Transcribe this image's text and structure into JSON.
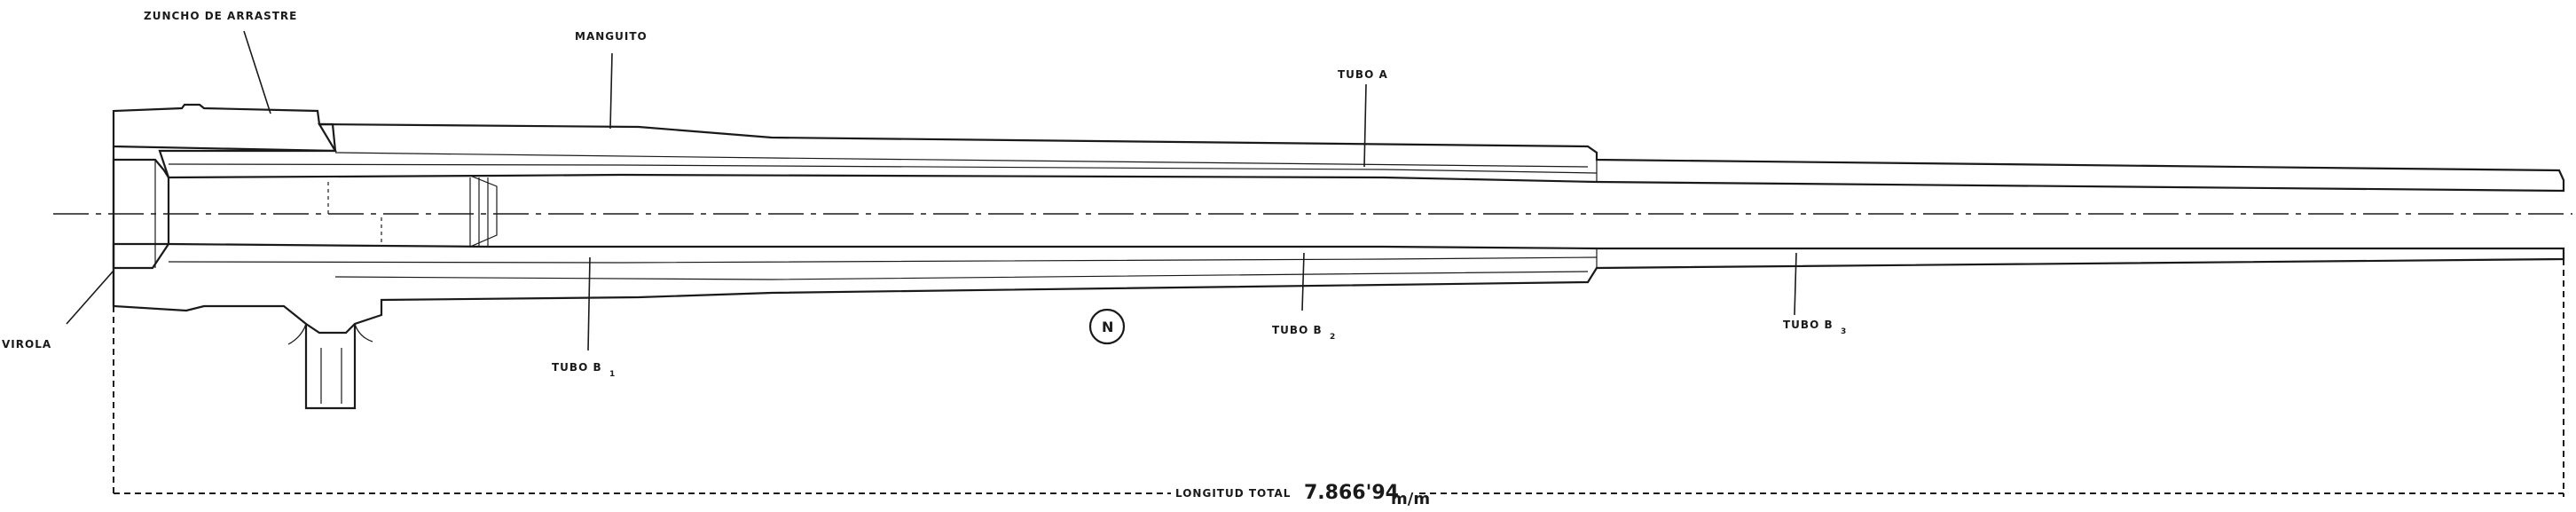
{
  "drawing": {
    "labels": {
      "zuncho": "ZUNCHO DE ARRASTRE",
      "manguito": "MANGUITO",
      "tubo_a": "TUBO A",
      "virola": "VIROLA",
      "tubo_b1": "TUBO B",
      "tubo_b1_sub": "1",
      "tubo_b2": "TUBO B",
      "tubo_b2_sub": "2",
      "tubo_b3": "TUBO B",
      "tubo_b3_sub": "3",
      "north": "N"
    },
    "dimension": {
      "label": "LONGITUD TOTAL",
      "value": "7.866'94",
      "unit": "m/m"
    }
  }
}
